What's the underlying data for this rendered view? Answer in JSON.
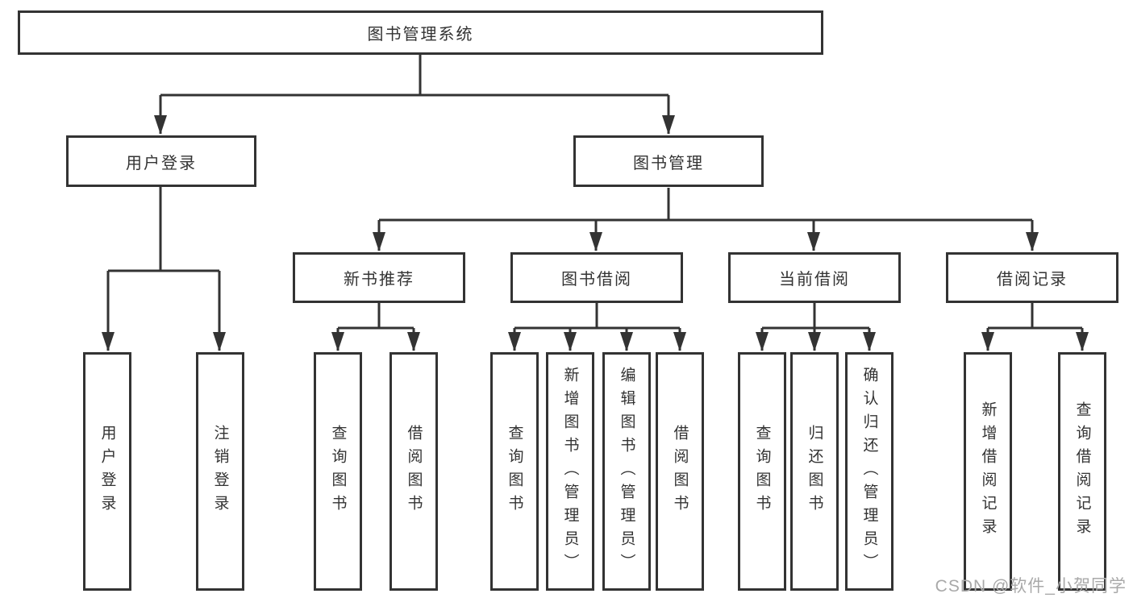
{
  "diagram": {
    "title": "图书管理系统",
    "level2": {
      "user_login": "用户登录",
      "book_management": "图书管理"
    },
    "level3": {
      "new_book_recommend": "新书推荐",
      "book_borrow": "图书借阅",
      "current_borrow": "当前借阅",
      "borrow_record": "借阅记录"
    },
    "leaves": {
      "user_login": "用户登录",
      "logout": "注销登录",
      "recommend_query_book": "查询图书",
      "recommend_borrow_book": "借阅图书",
      "borrow_query_book": "查询图书",
      "borrow_add_book": "新增图书（管理员）",
      "borrow_edit_book": "编辑图书（管理员）",
      "borrow_borrow_book": "借阅图书",
      "current_query_book": "查询图书",
      "current_return_book": "归还图书",
      "current_confirm_return": "确认归还（管理员）",
      "record_add": "新增借阅记录",
      "record_query": "查询借阅记录"
    },
    "watermark": "CSDN @软件_小贺同学",
    "colors": {
      "line": "#333333",
      "text": "#333333",
      "watermark": "#a9a9a9",
      "background": "#ffffff"
    }
  }
}
